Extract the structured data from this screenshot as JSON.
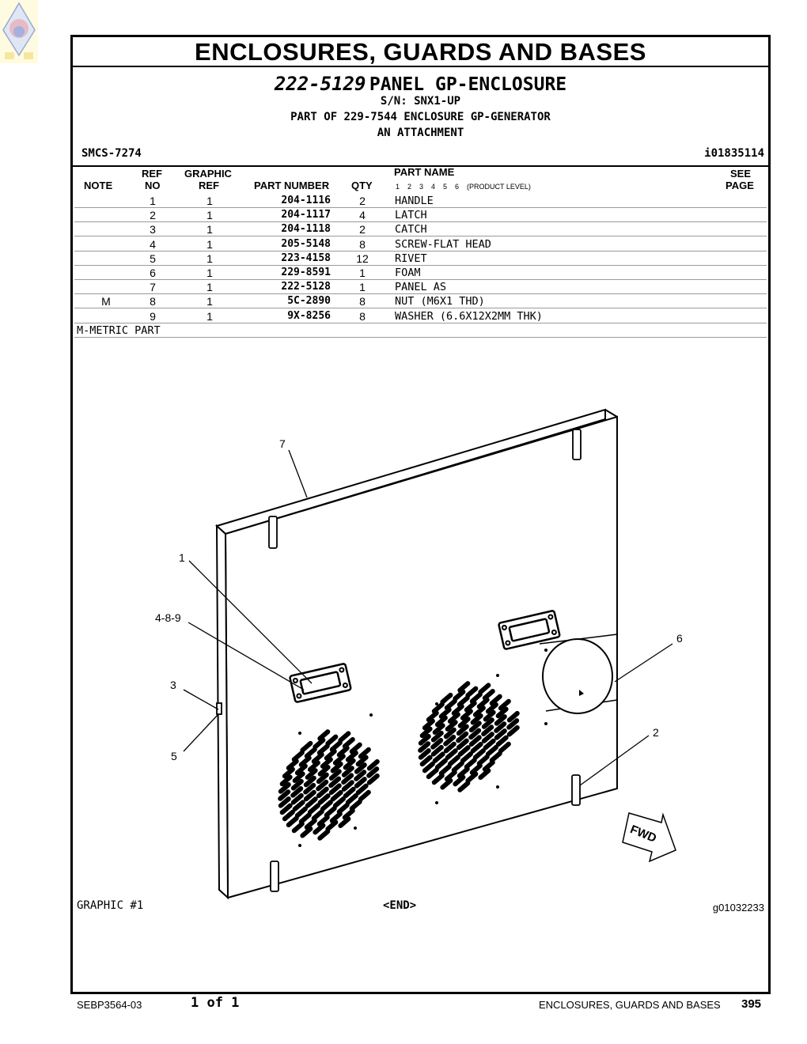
{
  "section_title": "ENCLOSURES, GUARDS AND BASES",
  "group_number": "222-5129",
  "group_name": "PANEL GP-ENCLOSURE",
  "serial": "S/N: SNX1-UP",
  "part_of": "PART OF 229-7544 ENCLOSURE GP-GENERATOR",
  "attachment": "AN ATTACHMENT",
  "smcs": "SMCS-7274",
  "illustration_id": "i01835114",
  "table": {
    "headers": {
      "ref_top": "REF",
      "graphic_top": "GRAPHIC",
      "part_name_top": "PART NAME",
      "see_top": "SEE",
      "note": "NOTE",
      "ref_no": "NO",
      "graphic_ref": "REF",
      "part_number": "PART NUMBER",
      "qty": "QTY",
      "levels": "1    2    3    4    5    6    (PRODUCT LEVEL)",
      "page": "PAGE"
    },
    "rows": [
      {
        "note": "",
        "ref": "1",
        "graphic": "1",
        "part_number": "204-1116",
        "qty": "2",
        "name": "HANDLE"
      },
      {
        "note": "",
        "ref": "2",
        "graphic": "1",
        "part_number": "204-1117",
        "qty": "4",
        "name": "LATCH"
      },
      {
        "note": "",
        "ref": "3",
        "graphic": "1",
        "part_number": "204-1118",
        "qty": "2",
        "name": "CATCH"
      },
      {
        "note": "",
        "ref": "4",
        "graphic": "1",
        "part_number": "205-5148",
        "qty": "8",
        "name": "SCREW-FLAT HEAD"
      },
      {
        "note": "",
        "ref": "5",
        "graphic": "1",
        "part_number": "223-4158",
        "qty": "12",
        "name": "RIVET"
      },
      {
        "note": "",
        "ref": "6",
        "graphic": "1",
        "part_number": "229-8591",
        "qty": "1",
        "name": "FOAM"
      },
      {
        "note": "",
        "ref": "7",
        "graphic": "1",
        "part_number": "222-5128",
        "qty": "1",
        "name": "PANEL AS"
      },
      {
        "note": "M",
        "ref": "8",
        "graphic": "1",
        "part_number": "5C-2890",
        "qty": "8",
        "name": "NUT (M6X1 THD)"
      },
      {
        "note": "",
        "ref": "9",
        "graphic": "1",
        "part_number": "9X-8256",
        "qty": "8",
        "name": "WASHER (6.6X12X2MM THK)"
      }
    ],
    "footnote": "M-METRIC PART"
  },
  "callouts": {
    "c7": "7",
    "c1": "1",
    "c489": "4-8-9",
    "c3": "3",
    "c5": "5",
    "c6": "6",
    "c2": "2",
    "fwd": "FWD"
  },
  "graphic_label": "GRAPHIC #1",
  "end_label": "<END>",
  "graphic_id": "g01032233",
  "footer": {
    "doc": "SEBP3564-03",
    "pages": "1 of 1",
    "section": "ENCLOSURES, GUARDS AND BASES",
    "page_number": "395"
  }
}
